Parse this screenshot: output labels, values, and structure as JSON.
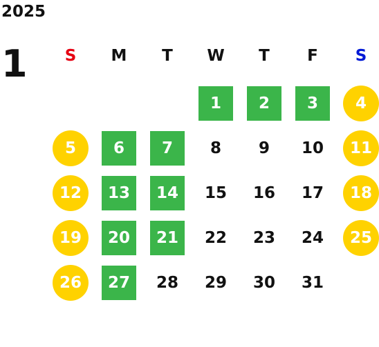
{
  "year": "2025",
  "month": "1",
  "weekdays": [
    {
      "label": "S",
      "color": "#e60012"
    },
    {
      "label": "M",
      "color": "#111111"
    },
    {
      "label": "T",
      "color": "#111111"
    },
    {
      "label": "W",
      "color": "#111111"
    },
    {
      "label": "T",
      "color": "#111111"
    },
    {
      "label": "F",
      "color": "#111111"
    },
    {
      "label": "S",
      "color": "#0019d6"
    }
  ],
  "legend_colors": {
    "green": "#3bb54a",
    "yellow": "#ffd200"
  },
  "days": [
    {
      "day": "1",
      "type": "green"
    },
    {
      "day": "2",
      "type": "green"
    },
    {
      "day": "3",
      "type": "green"
    },
    {
      "day": "4",
      "type": "yellow"
    },
    {
      "day": "5",
      "type": "yellow"
    },
    {
      "day": "6",
      "type": "green"
    },
    {
      "day": "7",
      "type": "green"
    },
    {
      "day": "8",
      "type": "plain"
    },
    {
      "day": "9",
      "type": "plain"
    },
    {
      "day": "10",
      "type": "plain"
    },
    {
      "day": "11",
      "type": "yellow"
    },
    {
      "day": "12",
      "type": "yellow"
    },
    {
      "day": "13",
      "type": "green"
    },
    {
      "day": "14",
      "type": "green"
    },
    {
      "day": "15",
      "type": "plain"
    },
    {
      "day": "16",
      "type": "plain"
    },
    {
      "day": "17",
      "type": "plain"
    },
    {
      "day": "18",
      "type": "yellow"
    },
    {
      "day": "19",
      "type": "yellow"
    },
    {
      "day": "20",
      "type": "green"
    },
    {
      "day": "21",
      "type": "green"
    },
    {
      "day": "22",
      "type": "plain"
    },
    {
      "day": "23",
      "type": "plain"
    },
    {
      "day": "24",
      "type": "plain"
    },
    {
      "day": "25",
      "type": "yellow"
    },
    {
      "day": "26",
      "type": "yellow"
    },
    {
      "day": "27",
      "type": "green"
    },
    {
      "day": "28",
      "type": "plain"
    },
    {
      "day": "29",
      "type": "plain"
    },
    {
      "day": "30",
      "type": "plain"
    },
    {
      "day": "31",
      "type": "plain"
    }
  ]
}
